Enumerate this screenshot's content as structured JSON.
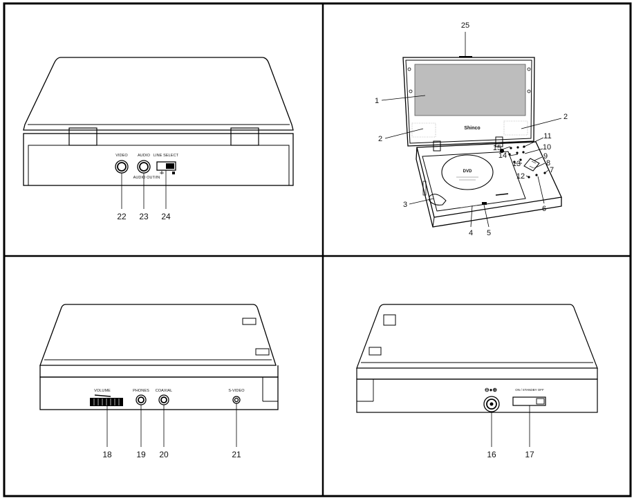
{
  "panels": {
    "rear": {
      "labels": {
        "video": "VIDEO",
        "audio": "AUDIO",
        "line_select": "LINE SELECT",
        "audio_out_in": "AUDIO OUT/IN"
      },
      "callouts": [
        "22",
        "23",
        "24"
      ]
    },
    "front_open": {
      "brand": "Shinco",
      "disc_label": "DVD",
      "callouts": [
        "25",
        "1",
        "2",
        "2",
        "11",
        "15",
        "10",
        "14",
        "9",
        "13",
        "8",
        "7",
        "12",
        "3",
        "6",
        "4",
        "5"
      ]
    },
    "left_side": {
      "labels": {
        "volume": "VOLUME",
        "phones": "PHONES",
        "coaxial": "COAXIAL",
        "s_video": "S-VIDEO"
      },
      "callouts": [
        "18",
        "19",
        "20",
        "21"
      ]
    },
    "right_side": {
      "labels": {
        "dc_symbol": "⊖●⊕",
        "power_switch": "ON / STANDBY OFF"
      },
      "callouts": [
        "16",
        "17"
      ]
    }
  }
}
